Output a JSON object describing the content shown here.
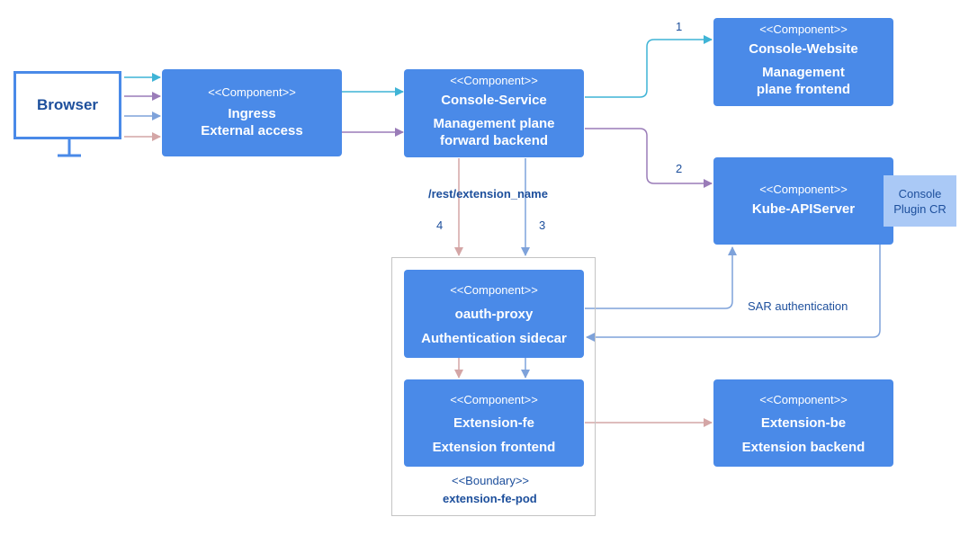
{
  "browser": {
    "label": "Browser"
  },
  "components": {
    "ingress": {
      "stereotype": "<<Component>>",
      "name": "Ingress",
      "desc": "External access"
    },
    "console_service": {
      "stereotype": "<<Component>>",
      "name": "Console-Service",
      "desc1": "Management plane",
      "desc2": "forward backend"
    },
    "console_website": {
      "stereotype": "<<Component>>",
      "name": "Console-Website",
      "desc1": "Management",
      "desc2": "plane frontend"
    },
    "kube_apiserver": {
      "stereotype": "<<Component>>",
      "name": "Kube-APIServer"
    },
    "oauth_proxy": {
      "stereotype": "<<Component>>",
      "name": "oauth-proxy",
      "desc": "Authentication sidecar"
    },
    "extension_fe": {
      "stereotype": "<<Component>>",
      "name": "Extension-fe",
      "desc": "Extension frontend"
    },
    "extension_be": {
      "stereotype": "<<Component>>",
      "name": "Extension-be",
      "desc": "Extension backend"
    }
  },
  "plugin_cr": {
    "line1": "Console",
    "line2": "Plugin CR"
  },
  "boundary": {
    "stereotype": "<<Boundary>>",
    "name": "extension-fe-pod"
  },
  "labels": {
    "route": "/rest/extension_name",
    "n1": "1",
    "n2": "2",
    "n3": "3",
    "n4": "4",
    "sar": "SAR authentication"
  },
  "colors": {
    "component": "#4a8ae8",
    "text_dark": "#1d4f9c",
    "cyan": "#3fb4d6",
    "purple": "#9a7cb8",
    "blue": "#7ea2da",
    "pink": "#d4a6a6",
    "plugin_bg": "#aac9f6"
  }
}
